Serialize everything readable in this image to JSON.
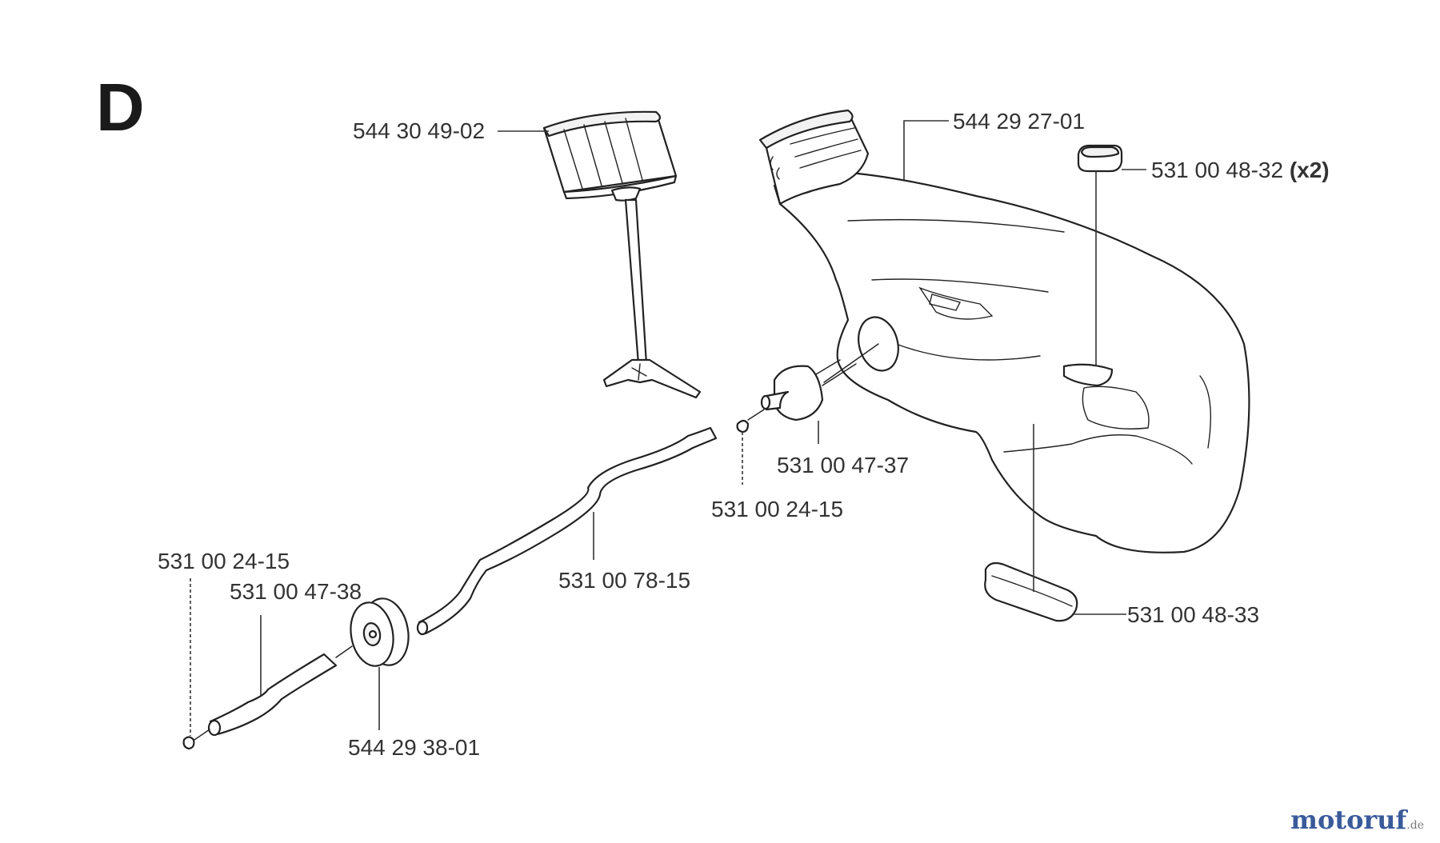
{
  "section_letter": "D",
  "parts": {
    "cap": "544 30 49-02",
    "tank": "544 29 27-01",
    "top_pad": "531 00 48-32",
    "top_pad_qty": "(x2)",
    "filter": "531 00 47-37",
    "clamp_upper": "531 00 24-15",
    "fuel_hose": "531 00 78-15",
    "clamp_lower": "531 00 24-15",
    "vent_hose": "531 00 47-38",
    "grommet": "544 29 38-01",
    "bottom_pad": "531 00 48-33"
  },
  "watermark": {
    "text": "motoruf",
    "suffix": ".de"
  }
}
